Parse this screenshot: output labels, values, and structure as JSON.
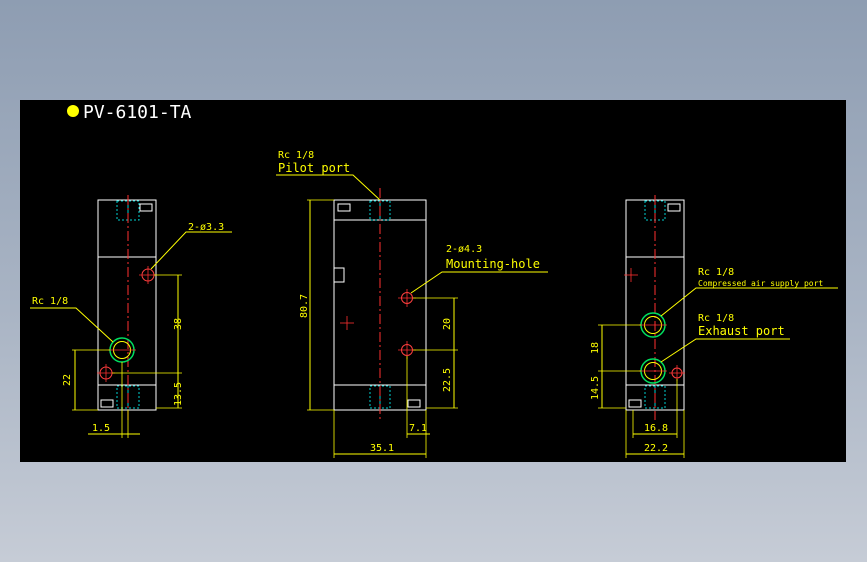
{
  "title": "PV-6101-TA",
  "colors": {
    "background": "#000000",
    "outline": "#ffffff",
    "dimension": "#ffff00",
    "centerline": "#ff3030",
    "hole": "#ff4040",
    "port_thread": "#00e060",
    "hatch": "#00d0d0",
    "title_dot": "#ffff00"
  },
  "views": {
    "left": {
      "hole_callout": "2-ø3.3",
      "port_callout": "Rc 1/8",
      "dims": {
        "d38": "38",
        "d13_5": "13.5",
        "d22": "22",
        "d1_5": "1.5"
      }
    },
    "center": {
      "pilot_thread": "Rc 1/8",
      "pilot_label": "Pilot port",
      "hole_callout": "2-ø4.3",
      "hole_label": "Mounting-hole",
      "dims": {
        "d80_7": "80.7",
        "d20": "20",
        "d22_5": "22.5",
        "d7_1": "7.1",
        "d35_1": "35.1"
      }
    },
    "right": {
      "supply_thread": "Rc 1/8",
      "supply_label": "Compressed air supply port",
      "exhaust_thread": "Rc 1/8",
      "exhaust_label": "Exhaust port",
      "dims": {
        "d18": "18",
        "d14_5": "14.5",
        "d16_8": "16.8",
        "d22_2": "22.2"
      }
    }
  }
}
